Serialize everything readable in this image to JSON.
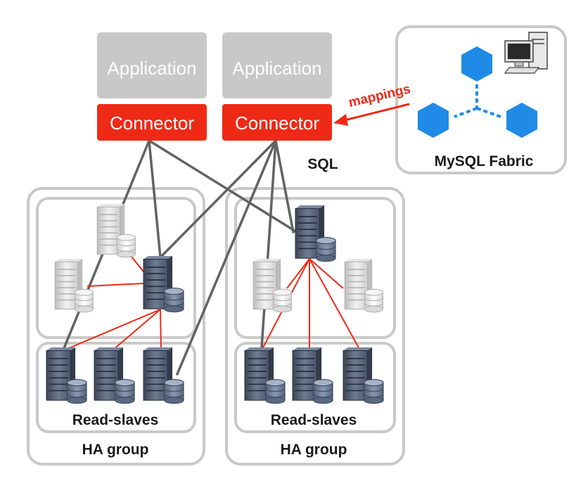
{
  "applications": [
    {
      "label": "Application"
    },
    {
      "label": "Application"
    }
  ],
  "connectors": [
    {
      "label": "Connector"
    },
    {
      "label": "Connector"
    }
  ],
  "fabric": {
    "label": "MySQL Fabric",
    "mappings_label": "mappings"
  },
  "sql_label": "SQL",
  "groups": [
    {
      "label": "HA group",
      "slaves_label": "Read-slaves"
    },
    {
      "label": "HA group",
      "slaves_label": "Read-slaves"
    }
  ],
  "colors": {
    "app_box": "#c8c8c8",
    "connector_box": "#ee2a16",
    "hexagon": "#1f8be6",
    "group_border": "#c9c9c9",
    "connection_line": "#636363",
    "replication_line": "#ee2a16",
    "server_active": "#5a6a80",
    "server_idle": "#d9d9d9"
  },
  "icons": [
    "server-icon",
    "database-icon",
    "computer-icon",
    "hexagon-icon"
  ]
}
